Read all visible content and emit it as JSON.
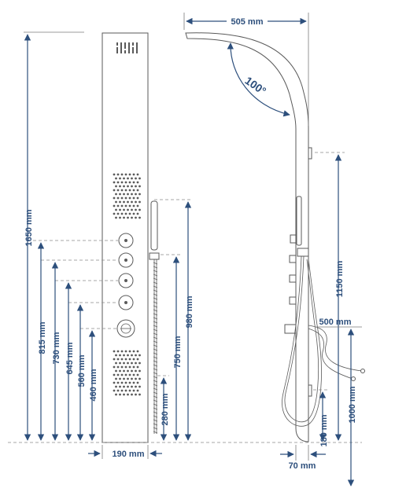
{
  "dimensions": {
    "total_height": "1650 mm",
    "h_815": "815 mm",
    "h_730": "730 mm",
    "h_645": "645 mm",
    "h_560": "560 mm",
    "h_460": "460 mm",
    "h_280": "280 mm",
    "h_750": "750 mm",
    "h_980": "980 mm",
    "panel_width": "190 mm",
    "arm_length": "505 mm",
    "arm_angle": "100°",
    "h_1150": "1150 mm",
    "hose_length": "500 mm",
    "h_1000": "1000 mm",
    "h_180": "180 mm",
    "depth_70": "70 mm"
  },
  "colors": {
    "dimension": "#2d4f7c",
    "outline": "#5a5a5a",
    "guide": "#8a8a8a"
  }
}
